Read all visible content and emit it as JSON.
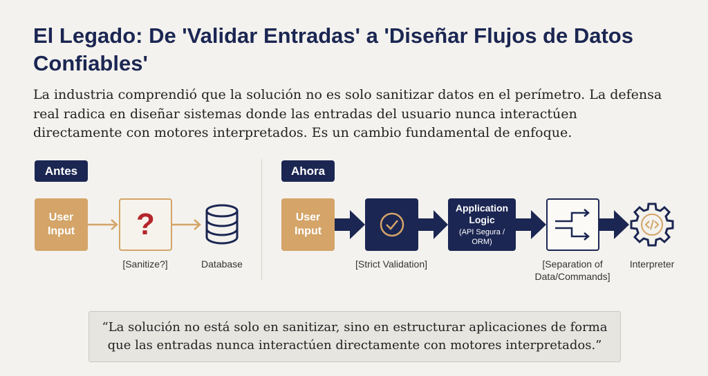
{
  "title": "El Legado: De 'Validar Entradas' a 'Diseñar Flujos de Datos Confiables'",
  "intro": "La industria comprendió que la solución no es solo sanitizar datos en el perímetro. La defensa real radica en diseñar sistemas donde las entradas del usuario nunca interactúen directamente con motores interpretados. Es un cambio fundamental de enfoque.",
  "before": {
    "badge": "Antes",
    "user_input": "User Input",
    "sanitize_icon": "?",
    "sanitize_label": "[Sanitize?]",
    "database_label": "Database"
  },
  "after": {
    "badge": "Ahora",
    "user_input": "User Input",
    "validation_label": "[Strict Validation]",
    "app_logic_title": "Application Logic",
    "app_logic_sub": "(API Segura / ORM)",
    "separation_label": "[Separation of Data/Commands]",
    "interpreter_label": "Interpreter"
  },
  "quote": "“La solución no está solo en sanitizar, sino en estructurar aplicaciones de forma que las entradas nunca interactúen directamente con motores interpretados.”",
  "colors": {
    "navy": "#1b2652",
    "tan": "#d4a468",
    "red": "#b3262b"
  }
}
